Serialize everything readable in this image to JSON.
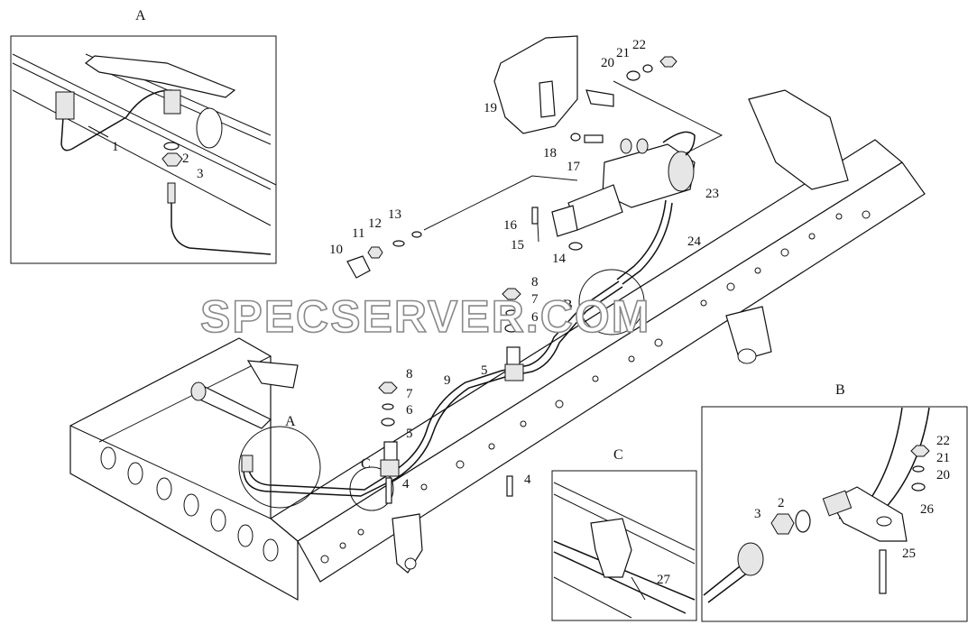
{
  "watermark": "SPECSERVER.COM",
  "insets": {
    "A": {
      "title": "A",
      "callouts": [
        "1",
        "2",
        "3"
      ]
    },
    "B": {
      "title": "B",
      "callouts": [
        "2",
        "3",
        "20",
        "21",
        "22",
        "25",
        "26"
      ]
    },
    "C": {
      "title": "C",
      "callouts": [
        "27"
      ]
    }
  },
  "main": {
    "view_labels": [
      "A",
      "B",
      "C"
    ],
    "callouts": [
      "4",
      "4",
      "5",
      "5",
      "6",
      "6",
      "7",
      "7",
      "8",
      "8",
      "9",
      "10",
      "11",
      "12",
      "13",
      "14",
      "15",
      "16",
      "17",
      "18",
      "19",
      "20",
      "21",
      "22",
      "23",
      "24"
    ]
  }
}
